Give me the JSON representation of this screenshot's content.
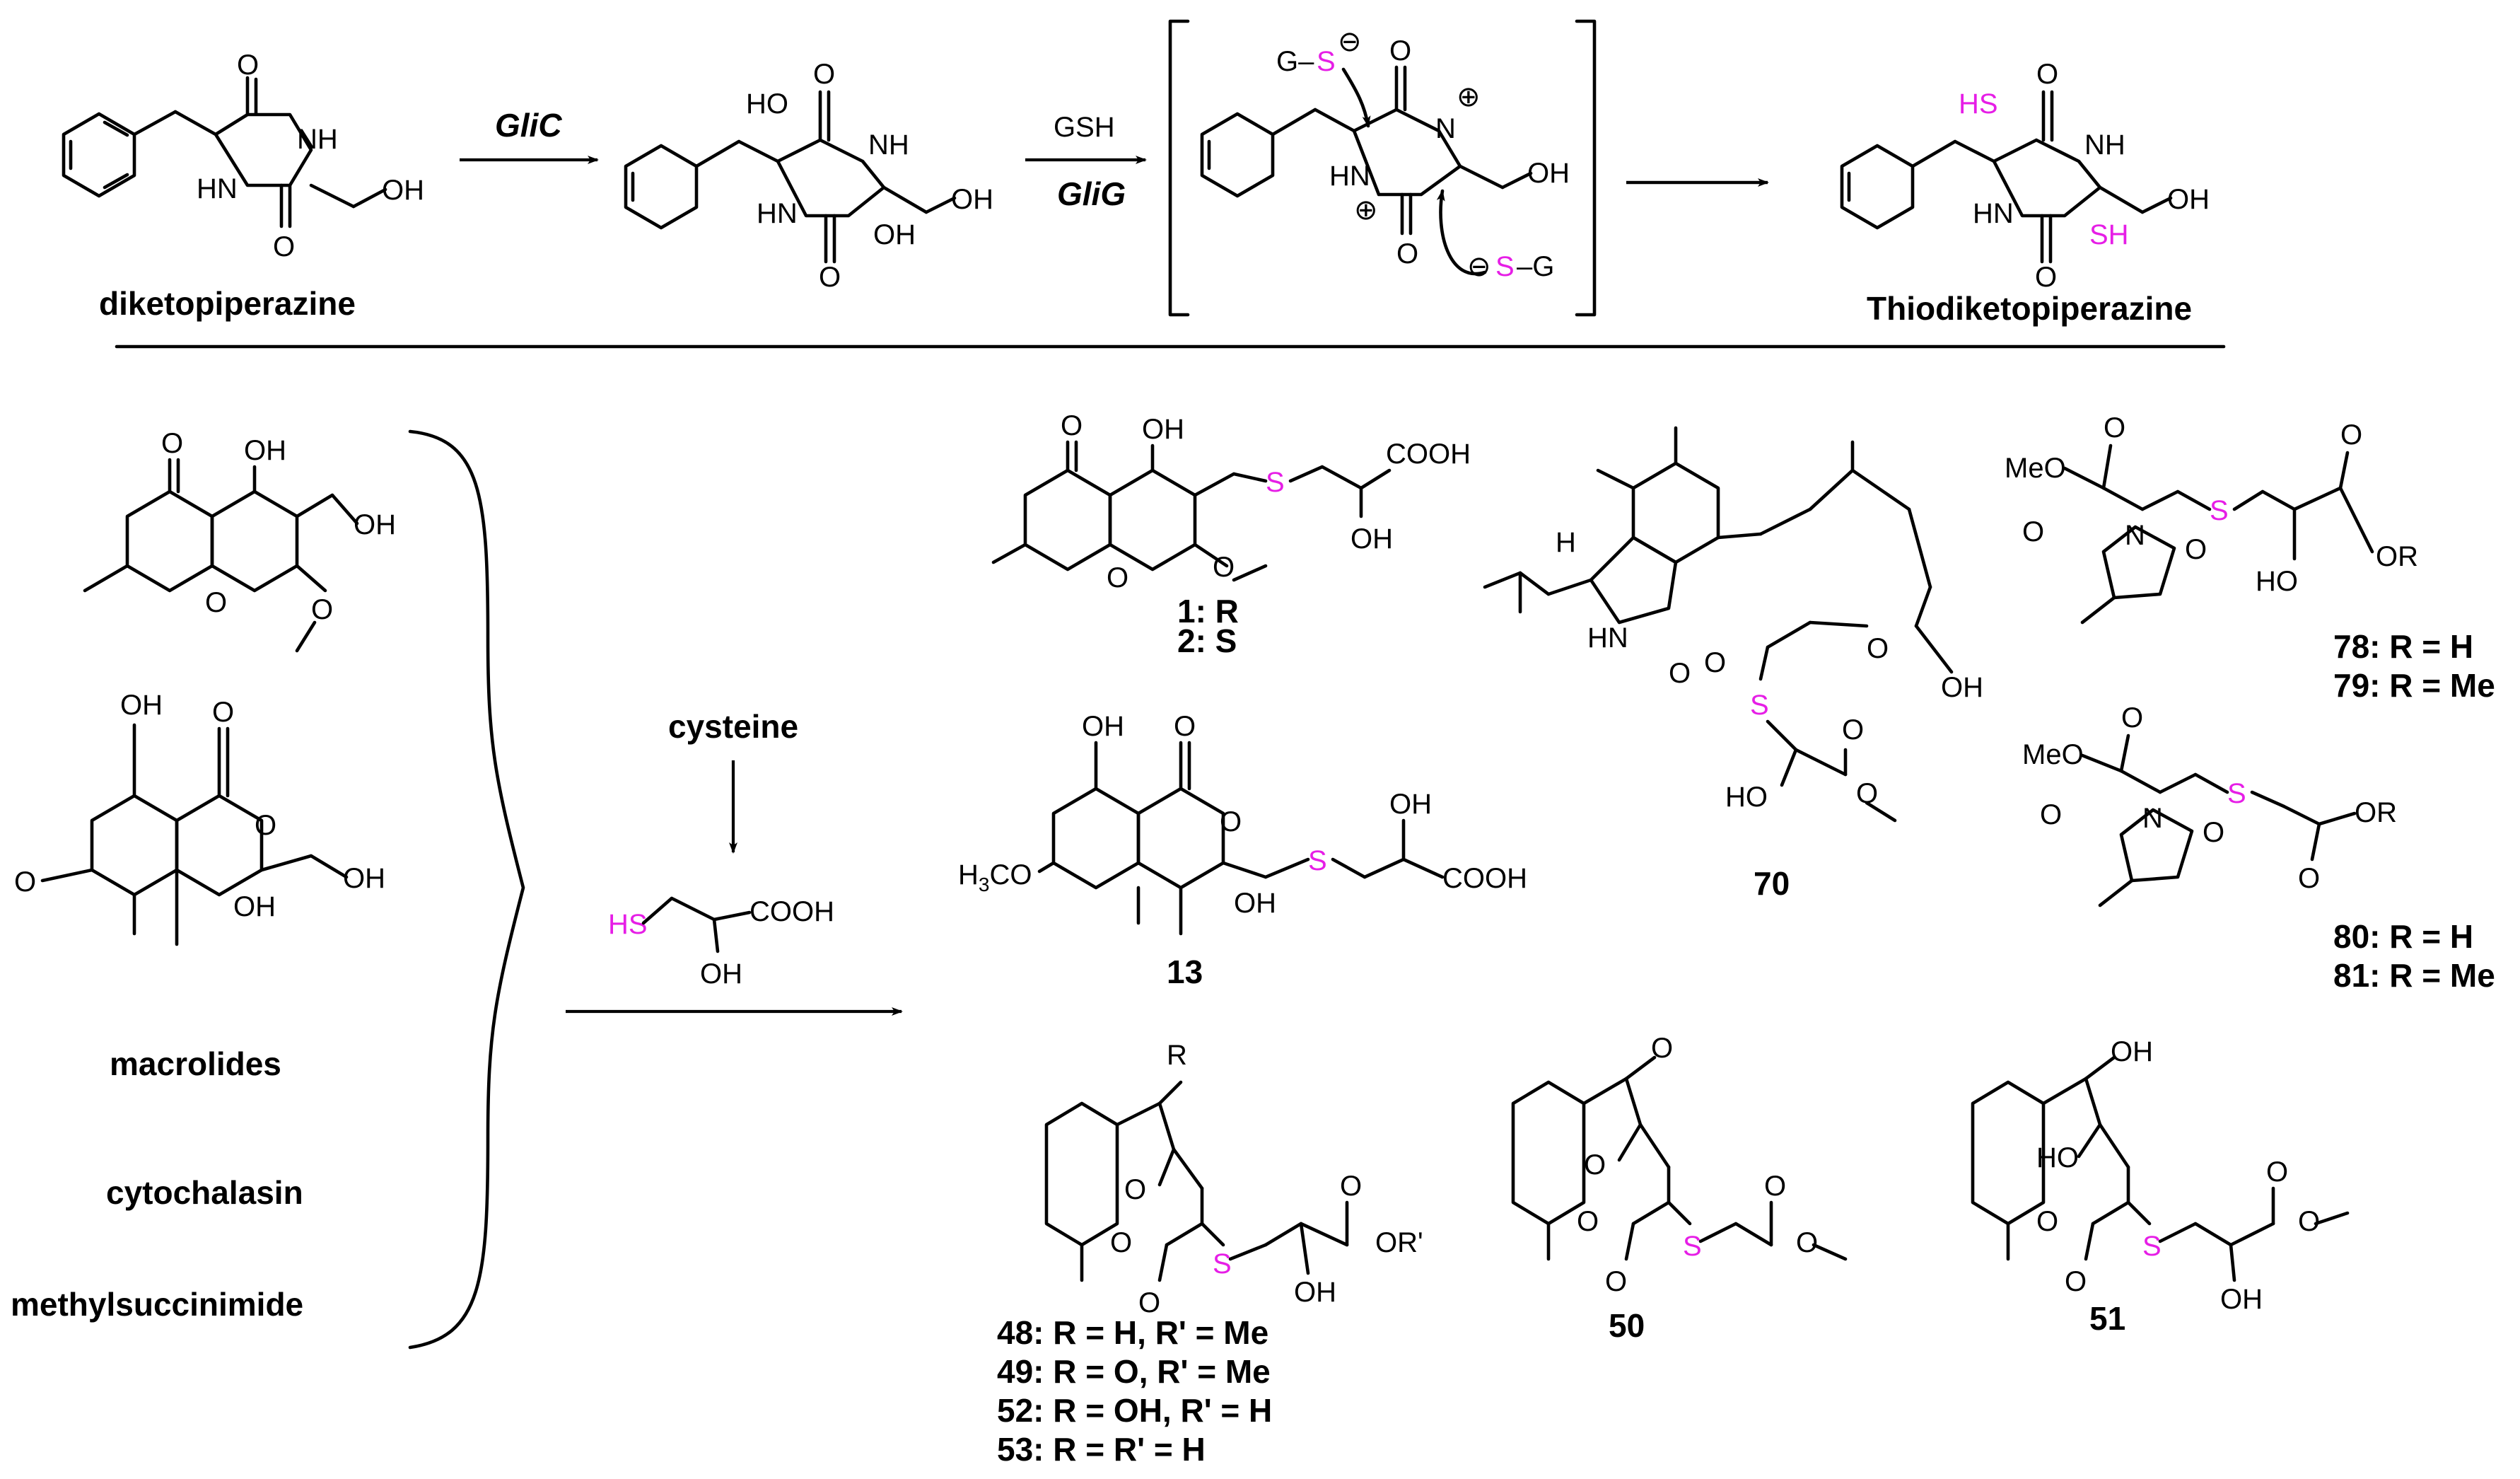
{
  "colors": {
    "sulfur": "#e61ee6",
    "ink": "#000000",
    "background": "#ffffff"
  },
  "top": {
    "start_label": "diketopiperazine",
    "enzyme1": "GliC",
    "reagent2": "GSH",
    "enzyme2": "GliG",
    "product_label": "Thiodiketopiperazine"
  },
  "left": {
    "labels": [
      "macrolides",
      "cytochalasin",
      "methylsuccinimide"
    ]
  },
  "middle": {
    "reagent": "cysteine"
  },
  "compounds": {
    "c1_2": [
      "1: R",
      "2: S"
    ],
    "c13": "13",
    "c70": "70",
    "c78_79": [
      "78: R = H",
      "79: R = Me"
    ],
    "c80_81": [
      "80: R = H",
      "81: R = Me"
    ],
    "c48_53": [
      "48: R = H, R' = Me",
      "49: R = O, R' = Me",
      "52: R = OH, R' = H",
      "53: R = R' = H"
    ],
    "c50": "50",
    "c51": "51"
  }
}
